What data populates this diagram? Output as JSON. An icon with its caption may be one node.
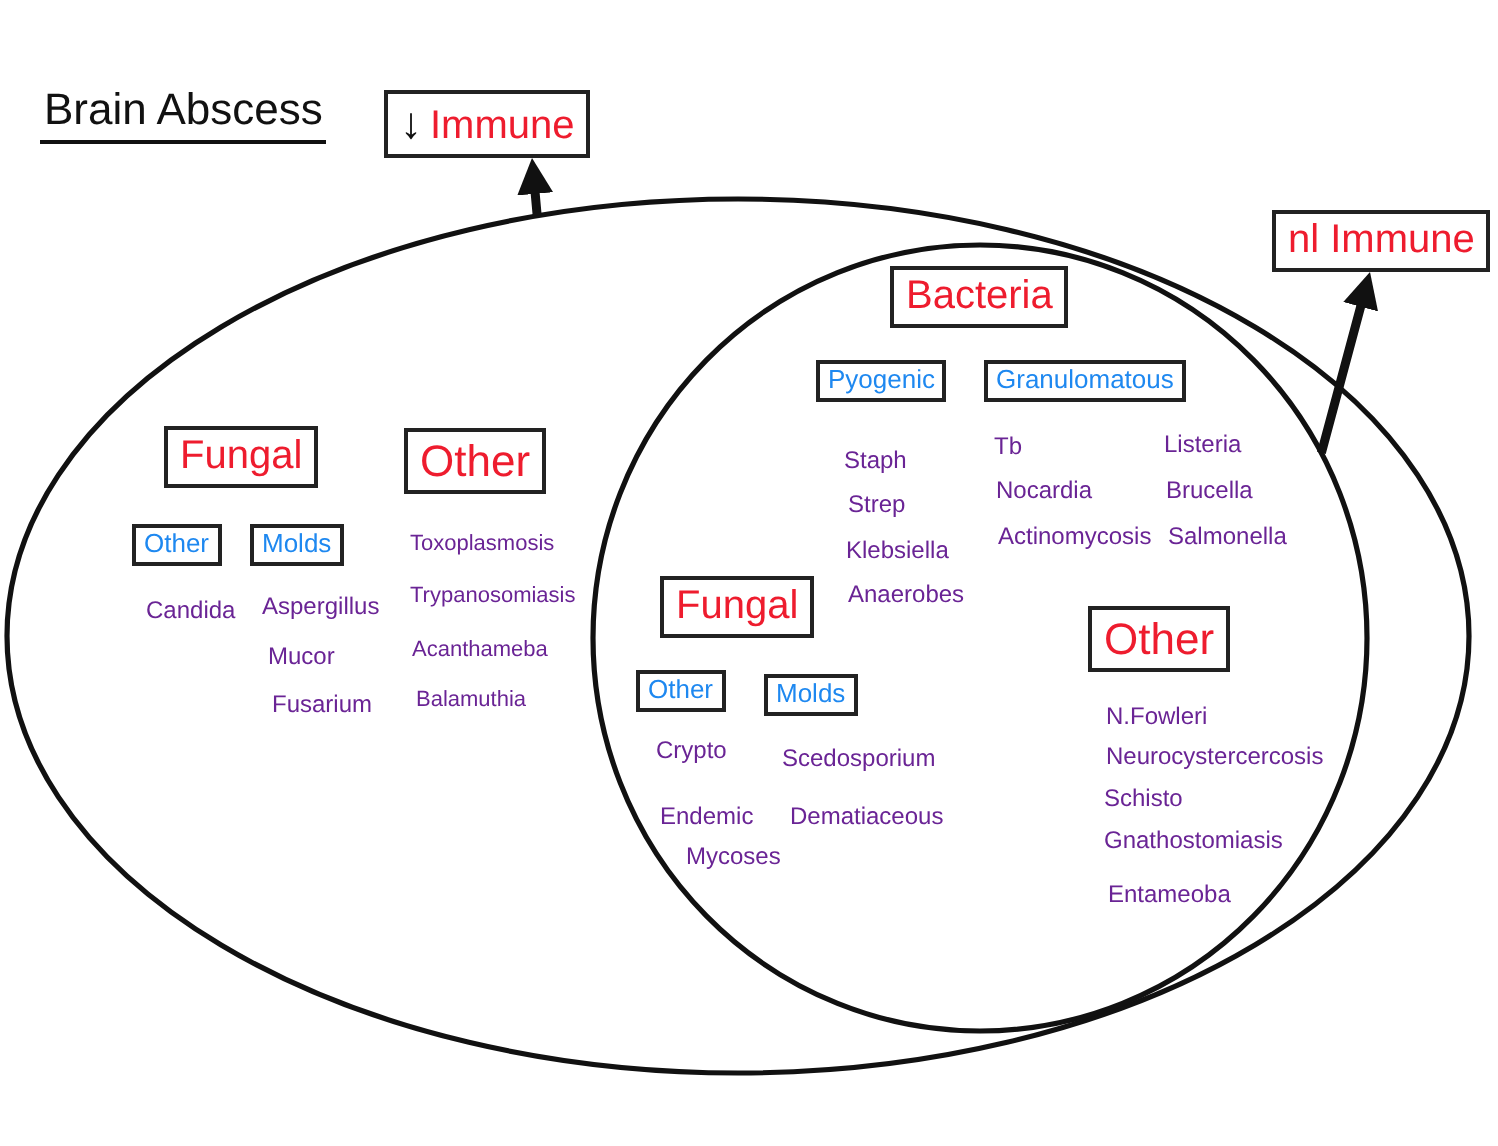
{
  "diagram": {
    "title": "Brain Abscess",
    "nodes": [
      {
        "text": [
          "↓",
          "Immune"
        ]
      },
      {
        "text": [
          "nl Immune"
        ]
      },
      {
        "text": [],
        "shape": "ellipse"
      },
      {
        "text": [
          "Fungal"
        ],
        "in": 2
      },
      {
        "text": [
          "Other"
        ],
        "in": 2,
        "beside": [
          "Candida"
        ]
      },
      {
        "text": [
          "Molds"
        ],
        "in": 2,
        "beside": [
          "Aspergillus",
          "Mucor",
          "Fusarium"
        ]
      },
      {
        "text": [
          "Other"
        ],
        "in": 2,
        "beside": [
          "Toxoplasmosis",
          "Trypanosomiasis",
          "Acanthameba",
          "Balamuthia"
        ]
      },
      {
        "text": [],
        "shape": "ellipse",
        "in": 2
      },
      {
        "text": [
          "Bacteria"
        ],
        "in": 7
      },
      {
        "text": [
          "Pyogenic"
        ],
        "in": 7,
        "beside": [
          "Staph",
          "Strep",
          "Klebsiella",
          "Anaerobes"
        ]
      },
      {
        "text": [
          "Granulomatous"
        ],
        "in": 7,
        "beside": [
          "Tb",
          "Nocardia",
          "Actinomycosis",
          "Listeria",
          "Brucella",
          "Salmonella"
        ]
      },
      {
        "text": [
          "Fungal"
        ],
        "in": 7
      },
      {
        "text": [
          "Other"
        ],
        "in": 7,
        "beside": [
          "Crypto",
          "Endemic Mycoses"
        ]
      },
      {
        "text": [
          "Molds"
        ],
        "in": 7,
        "beside": [
          "Scedosporium",
          "Dematiaceous"
        ]
      },
      {
        "text": [
          "Other"
        ],
        "in": 7,
        "beside": [
          "N.Fowleri",
          "Neurocystercercosis",
          "Schisto",
          "Gnathostomiasis",
          "Entameoba"
        ]
      }
    ],
    "edges": [
      {
        "from": 2,
        "to": 0,
        "arrow": "to"
      },
      {
        "from": 7,
        "to": 1,
        "arrow": "to"
      }
    ]
  }
}
